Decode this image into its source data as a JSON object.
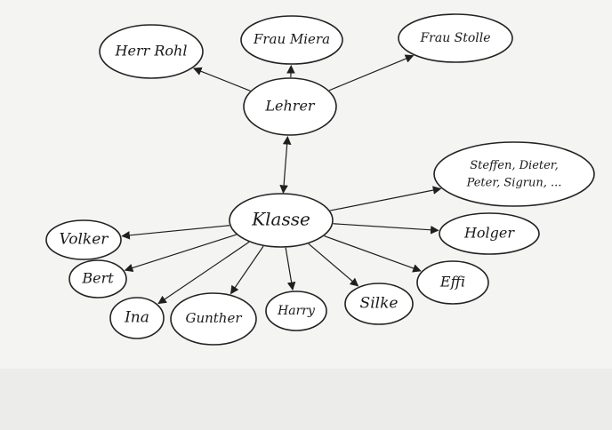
{
  "diagram": {
    "nodes": [
      {
        "id": "herr-rohl",
        "label": "Herr Rohl"
      },
      {
        "id": "frau-miera",
        "label": "Frau Miera"
      },
      {
        "id": "frau-stolle",
        "label": "Frau Stolle"
      },
      {
        "id": "lehrer",
        "label": "Lehrer"
      },
      {
        "id": "klasse",
        "label": "Klasse"
      },
      {
        "id": "steffen-group",
        "label": "Steffen, Dieter,",
        "label2": "Peter, Sigrun, ..."
      },
      {
        "id": "holger",
        "label": "Holger"
      },
      {
        "id": "effi",
        "label": "Effi"
      },
      {
        "id": "volker",
        "label": "Volker"
      },
      {
        "id": "bert",
        "label": "Bert"
      },
      {
        "id": "ina",
        "label": "Ina"
      },
      {
        "id": "gunther",
        "label": "Gunther"
      },
      {
        "id": "harry",
        "label": "Harry"
      },
      {
        "id": "silke",
        "label": "Silke"
      }
    ],
    "edges": [
      {
        "from": "lehrer",
        "to": "herr-rohl"
      },
      {
        "from": "lehrer",
        "to": "frau-miera"
      },
      {
        "from": "lehrer",
        "to": "frau-stolle"
      },
      {
        "from": "klasse",
        "to": "lehrer",
        "both": true
      },
      {
        "from": "klasse",
        "to": "steffen-group"
      },
      {
        "from": "klasse",
        "to": "holger"
      },
      {
        "from": "klasse",
        "to": "effi"
      },
      {
        "from": "klasse",
        "to": "volker"
      },
      {
        "from": "klasse",
        "to": "bert"
      },
      {
        "from": "klasse",
        "to": "ina"
      },
      {
        "from": "klasse",
        "to": "gunther"
      },
      {
        "from": "klasse",
        "to": "harry"
      },
      {
        "from": "klasse",
        "to": "silke"
      }
    ]
  }
}
